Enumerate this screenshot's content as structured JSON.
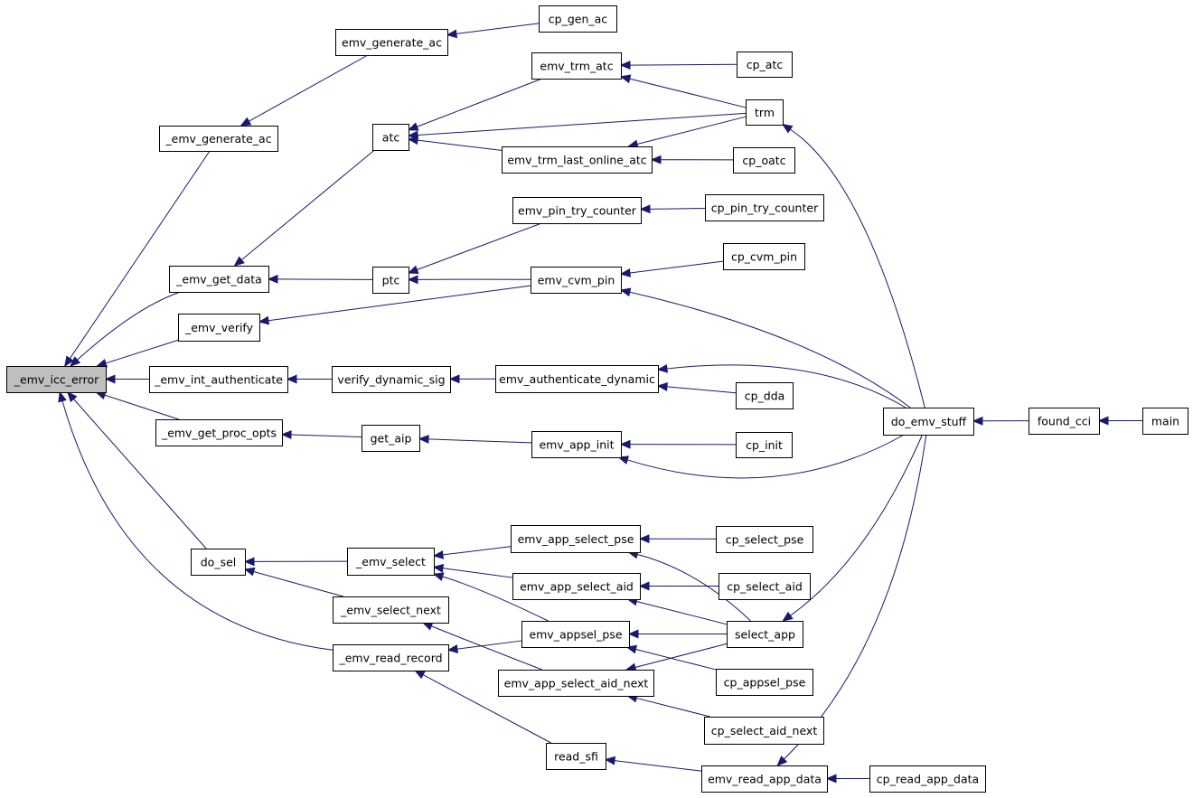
{
  "diagram": {
    "highlight_node": "n_emv_icc_error",
    "nodes": [
      {
        "id": "n_emv_icc_error",
        "label": "_emv_icc_error"
      },
      {
        "id": "n_emv_generate_ac",
        "label": "_emv_generate_ac"
      },
      {
        "id": "n_emv_generate_ac_pub",
        "label": "emv_generate_ac"
      },
      {
        "id": "n_cp_gen_ac",
        "label": "cp_gen_ac"
      },
      {
        "id": "n_emv_get_data",
        "label": "_emv_get_data"
      },
      {
        "id": "n_atc",
        "label": "atc"
      },
      {
        "id": "n_emv_trm_atc",
        "label": "emv_trm_atc"
      },
      {
        "id": "n_cp_atc",
        "label": "cp_atc"
      },
      {
        "id": "n_trm",
        "label": "trm"
      },
      {
        "id": "n_emv_trm_last_online_atc",
        "label": "emv_trm_last_online_atc"
      },
      {
        "id": "n_cp_oatc",
        "label": "cp_oatc"
      },
      {
        "id": "n_ptc",
        "label": "ptc"
      },
      {
        "id": "n_emv_pin_try_counter",
        "label": "emv_pin_try_counter"
      },
      {
        "id": "n_cp_pin_try_counter",
        "label": "cp_pin_try_counter"
      },
      {
        "id": "n_emv_cvm_pin",
        "label": "emv_cvm_pin"
      },
      {
        "id": "n_cp_cvm_pin",
        "label": "cp_cvm_pin"
      },
      {
        "id": "n_emv_verify",
        "label": "_emv_verify"
      },
      {
        "id": "n_emv_int_authenticate",
        "label": "_emv_int_authenticate"
      },
      {
        "id": "n_verify_dynamic_sig",
        "label": "verify_dynamic_sig"
      },
      {
        "id": "n_emv_authenticate_dynamic",
        "label": "emv_authenticate_dynamic"
      },
      {
        "id": "n_cp_dda",
        "label": "cp_dda"
      },
      {
        "id": "n_do_emv_stuff",
        "label": "do_emv_stuff"
      },
      {
        "id": "n_found_cci",
        "label": "found_cci"
      },
      {
        "id": "n_main",
        "label": "main"
      },
      {
        "id": "n_emv_get_proc_opts",
        "label": "_emv_get_proc_opts"
      },
      {
        "id": "n_get_aip",
        "label": "get_aip"
      },
      {
        "id": "n_emv_app_init",
        "label": "emv_app_init"
      },
      {
        "id": "n_cp_init",
        "label": "cp_init"
      },
      {
        "id": "n_do_sel",
        "label": "do_sel"
      },
      {
        "id": "n_emv_select",
        "label": "_emv_select"
      },
      {
        "id": "n_emv_app_select_pse",
        "label": "emv_app_select_pse"
      },
      {
        "id": "n_cp_select_pse",
        "label": "cp_select_pse"
      },
      {
        "id": "n_emv_app_select_aid",
        "label": "emv_app_select_aid"
      },
      {
        "id": "n_cp_select_aid",
        "label": "cp_select_aid"
      },
      {
        "id": "n_emv_select_next",
        "label": "_emv_select_next"
      },
      {
        "id": "n_emv_appsel_pse",
        "label": "emv_appsel_pse"
      },
      {
        "id": "n_select_app",
        "label": "select_app"
      },
      {
        "id": "n_emv_read_record",
        "label": "_emv_read_record"
      },
      {
        "id": "n_emv_app_select_aid_next",
        "label": "emv_app_select_aid_next"
      },
      {
        "id": "n_cp_appsel_pse",
        "label": "cp_appsel_pse"
      },
      {
        "id": "n_cp_select_aid_next",
        "label": "cp_select_aid_next"
      },
      {
        "id": "n_read_sfi",
        "label": "read_sfi"
      },
      {
        "id": "n_emv_read_app_data",
        "label": "emv_read_app_data"
      },
      {
        "id": "n_cp_read_app_data",
        "label": "cp_read_app_data"
      }
    ],
    "edges": [
      {
        "from": "n_emv_generate_ac",
        "to": "n_emv_icc_error"
      },
      {
        "from": "n_emv_get_data",
        "to": "n_emv_icc_error"
      },
      {
        "from": "n_emv_verify",
        "to": "n_emv_icc_error"
      },
      {
        "from": "n_emv_int_authenticate",
        "to": "n_emv_icc_error"
      },
      {
        "from": "n_emv_get_proc_opts",
        "to": "n_emv_icc_error"
      },
      {
        "from": "n_do_sel",
        "to": "n_emv_icc_error"
      },
      {
        "from": "n_emv_read_record",
        "to": "n_emv_icc_error"
      },
      {
        "from": "n_emv_generate_ac_pub",
        "to": "n_emv_generate_ac"
      },
      {
        "from": "n_cp_gen_ac",
        "to": "n_emv_generate_ac_pub"
      },
      {
        "from": "n_atc",
        "to": "n_emv_get_data"
      },
      {
        "from": "n_ptc",
        "to": "n_emv_get_data"
      },
      {
        "from": "n_emv_trm_atc",
        "to": "n_atc"
      },
      {
        "from": "n_trm",
        "to": "n_atc"
      },
      {
        "from": "n_emv_trm_last_online_atc",
        "to": "n_atc"
      },
      {
        "from": "n_cp_atc",
        "to": "n_emv_trm_atc"
      },
      {
        "from": "n_trm",
        "to": "n_emv_trm_atc"
      },
      {
        "from": "n_trm",
        "to": "n_emv_trm_last_online_atc"
      },
      {
        "from": "n_cp_oatc",
        "to": "n_emv_trm_last_online_atc"
      },
      {
        "from": "n_do_emv_stuff",
        "to": "n_trm"
      },
      {
        "from": "n_emv_pin_try_counter",
        "to": "n_ptc"
      },
      {
        "from": "n_emv_cvm_pin",
        "to": "n_ptc"
      },
      {
        "from": "n_cp_pin_try_counter",
        "to": "n_emv_pin_try_counter"
      },
      {
        "from": "n_cp_cvm_pin",
        "to": "n_emv_cvm_pin"
      },
      {
        "from": "n_do_emv_stuff",
        "to": "n_emv_cvm_pin"
      },
      {
        "from": "n_emv_cvm_pin",
        "to": "n_emv_verify"
      },
      {
        "from": "n_verify_dynamic_sig",
        "to": "n_emv_int_authenticate"
      },
      {
        "from": "n_emv_authenticate_dynamic",
        "to": "n_verify_dynamic_sig"
      },
      {
        "from": "n_do_emv_stuff",
        "to": "n_emv_authenticate_dynamic"
      },
      {
        "from": "n_cp_dda",
        "to": "n_emv_authenticate_dynamic"
      },
      {
        "from": "n_found_cci",
        "to": "n_do_emv_stuff"
      },
      {
        "from": "n_main",
        "to": "n_found_cci"
      },
      {
        "from": "n_get_aip",
        "to": "n_emv_get_proc_opts"
      },
      {
        "from": "n_emv_app_init",
        "to": "n_get_aip"
      },
      {
        "from": "n_cp_init",
        "to": "n_emv_app_init"
      },
      {
        "from": "n_do_emv_stuff",
        "to": "n_emv_app_init"
      },
      {
        "from": "n_emv_select",
        "to": "n_do_sel"
      },
      {
        "from": "n_emv_select_next",
        "to": "n_do_sel"
      },
      {
        "from": "n_emv_app_select_pse",
        "to": "n_emv_select"
      },
      {
        "from": "n_emv_app_select_aid",
        "to": "n_emv_select"
      },
      {
        "from": "n_emv_appsel_pse",
        "to": "n_emv_select"
      },
      {
        "from": "n_cp_select_pse",
        "to": "n_emv_app_select_pse"
      },
      {
        "from": "n_select_app",
        "to": "n_emv_app_select_pse"
      },
      {
        "from": "n_cp_select_aid",
        "to": "n_emv_app_select_aid"
      },
      {
        "from": "n_select_app",
        "to": "n_emv_app_select_aid"
      },
      {
        "from": "n_emv_app_select_aid_next",
        "to": "n_emv_select_next"
      },
      {
        "from": "n_select_app",
        "to": "n_emv_appsel_pse"
      },
      {
        "from": "n_cp_appsel_pse",
        "to": "n_emv_appsel_pse"
      },
      {
        "from": "n_do_emv_stuff",
        "to": "n_select_app"
      },
      {
        "from": "n_emv_appsel_pse",
        "to": "n_emv_read_record"
      },
      {
        "from": "n_read_sfi",
        "to": "n_emv_read_record"
      },
      {
        "from": "n_select_app",
        "to": "n_emv_app_select_aid_next"
      },
      {
        "from": "n_cp_select_aid_next",
        "to": "n_emv_app_select_aid_next"
      },
      {
        "from": "n_emv_read_app_data",
        "to": "n_read_sfi"
      },
      {
        "from": "n_cp_read_app_data",
        "to": "n_emv_read_app_data"
      },
      {
        "from": "n_do_emv_stuff",
        "to": "n_emv_read_app_data"
      }
    ]
  }
}
